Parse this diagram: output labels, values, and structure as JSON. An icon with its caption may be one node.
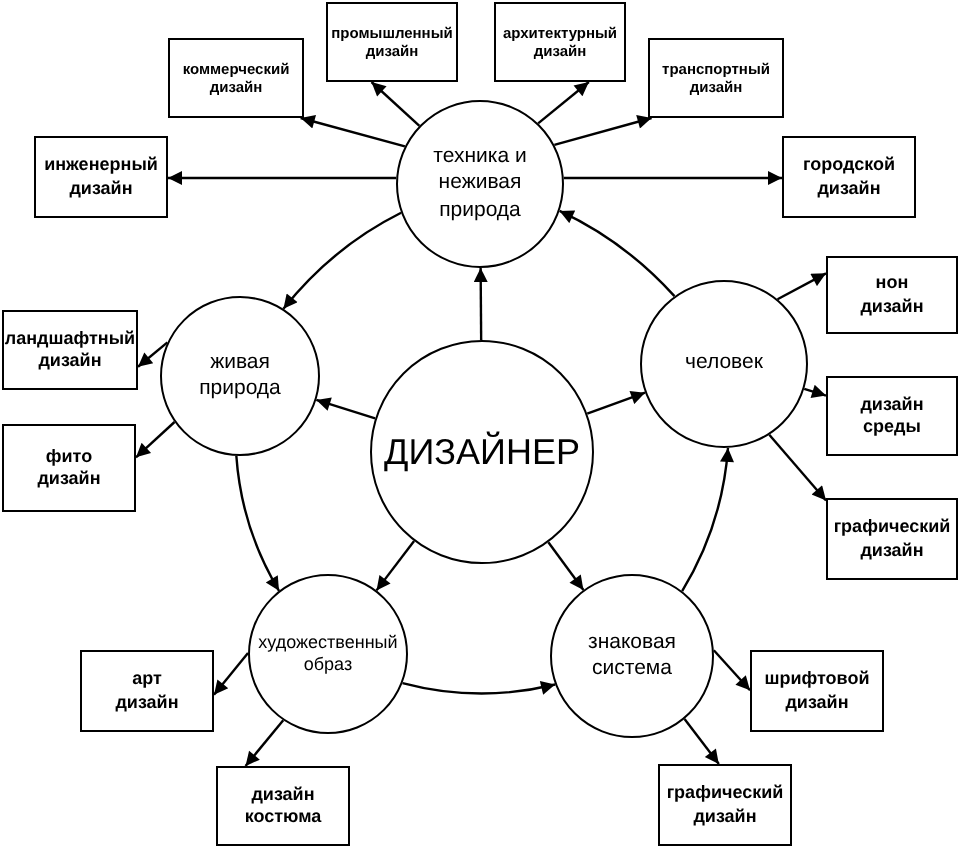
{
  "diagram": {
    "nodes": [
      {
        "text": [
          "промышленный дизайн"
        ]
      },
      {
        "text": [
          "архитектурный дизайн"
        ]
      },
      {
        "text": [
          "коммерческий дизайн"
        ]
      },
      {
        "text": [
          "транспортный дизайн"
        ]
      },
      {
        "text": [
          "инженерный дизайн"
        ]
      },
      {
        "text": [
          "техника и неживая природа"
        ]
      },
      {
        "text": [
          "городской дизайн"
        ]
      },
      {
        "text": [
          "нон дизайн"
        ]
      },
      {
        "text": [
          "ландшафтный дизайн"
        ]
      },
      {
        "text": [
          "живая природа"
        ]
      },
      {
        "text": [
          "человек"
        ]
      },
      {
        "text": [
          "дизайн среды"
        ]
      },
      {
        "text": [
          "ДИЗАЙНЕР"
        ]
      },
      {
        "text": [
          "фито дизайн"
        ]
      },
      {
        "text": [
          "графический дизайн"
        ]
      },
      {
        "text": [
          "художественный образ"
        ]
      },
      {
        "text": [
          "знаковая система"
        ]
      },
      {
        "text": [
          "арт дизайн"
        ]
      },
      {
        "text": [
          "шрифтовой дизайн"
        ]
      },
      {
        "text": [
          "дизайн костюма"
        ]
      },
      {
        "text": [
          "графический дизайн"
        ]
      }
    ],
    "edges": [
      {
        "from": 12,
        "to": 5,
        "arrow": "to"
      },
      {
        "from": 12,
        "to": 9,
        "arrow": "to"
      },
      {
        "from": 12,
        "to": 10,
        "arrow": "to"
      },
      {
        "from": 12,
        "to": 15,
        "arrow": "to"
      },
      {
        "from": 12,
        "to": 16,
        "arrow": "to"
      },
      {
        "from": 5,
        "to": 9,
        "arrow": "to"
      },
      {
        "from": 10,
        "to": 5,
        "arrow": "to"
      },
      {
        "from": 16,
        "to": 10,
        "arrow": "to"
      },
      {
        "from": 15,
        "to": 16,
        "arrow": "to"
      },
      {
        "from": 9,
        "to": 15,
        "arrow": "to"
      },
      {
        "from": 5,
        "to": 0,
        "arrow": "to"
      },
      {
        "from": 5,
        "to": 1,
        "arrow": "to"
      },
      {
        "from": 5,
        "to": 2,
        "arrow": "to"
      },
      {
        "from": 5,
        "to": 3,
        "arrow": "to"
      },
      {
        "from": 5,
        "to": 4,
        "arrow": "to"
      },
      {
        "from": 5,
        "to": 6,
        "arrow": "to"
      },
      {
        "from": 9,
        "to": 8,
        "arrow": "to"
      },
      {
        "from": 9,
        "to": 13,
        "arrow": "to"
      },
      {
        "from": 10,
        "to": 7,
        "arrow": "to"
      },
      {
        "from": 10,
        "to": 11,
        "arrow": "to"
      },
      {
        "from": 10,
        "to": 14,
        "arrow": "to"
      },
      {
        "from": 15,
        "to": 17,
        "arrow": "to"
      },
      {
        "from": 15,
        "to": 19,
        "arrow": "to"
      },
      {
        "from": 16,
        "to": 18,
        "arrow": "to"
      },
      {
        "from": 16,
        "to": 20,
        "arrow": "to"
      }
    ]
  }
}
